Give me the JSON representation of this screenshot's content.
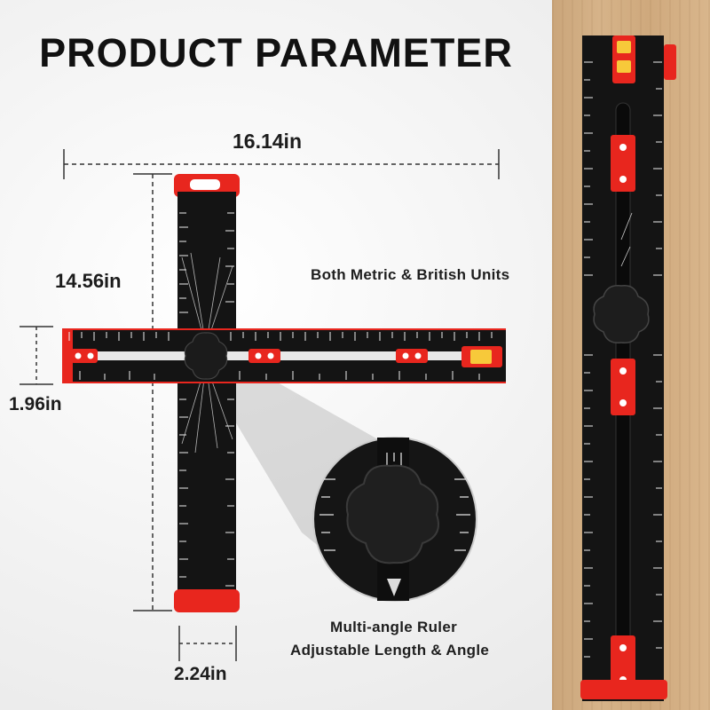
{
  "title": "PRODUCT PARAMETER",
  "dimensions": {
    "width": "16.14in",
    "height": "14.56in",
    "arm_width": "1.96in",
    "end_width": "2.24in"
  },
  "features": {
    "units": "Both Metric & British Units",
    "angle_line1": "Multi-angle Ruler",
    "angle_line2": "Adjustable Length & Angle"
  },
  "colors": {
    "accent_red": "#e8261e",
    "ruler_black": "#141414",
    "scale_white": "#f4f4f4",
    "wood": "#d2ae84"
  }
}
